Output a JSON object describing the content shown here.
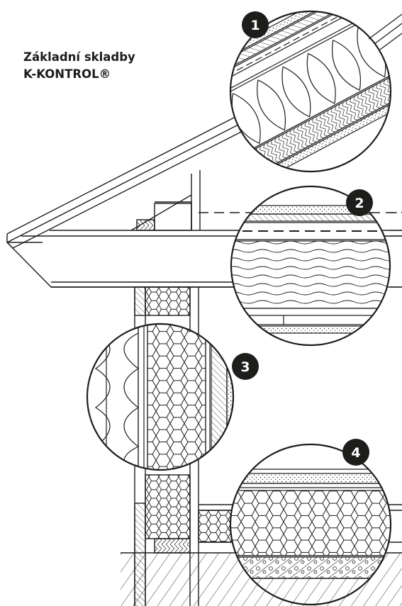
{
  "title": {
    "line1": "Základní skladby",
    "line2": "K-KONTROL®"
  },
  "badges": [
    "1",
    "2",
    "3",
    "4"
  ],
  "colors": {
    "ink": "#1d1d1b",
    "background": "#ffffff"
  }
}
